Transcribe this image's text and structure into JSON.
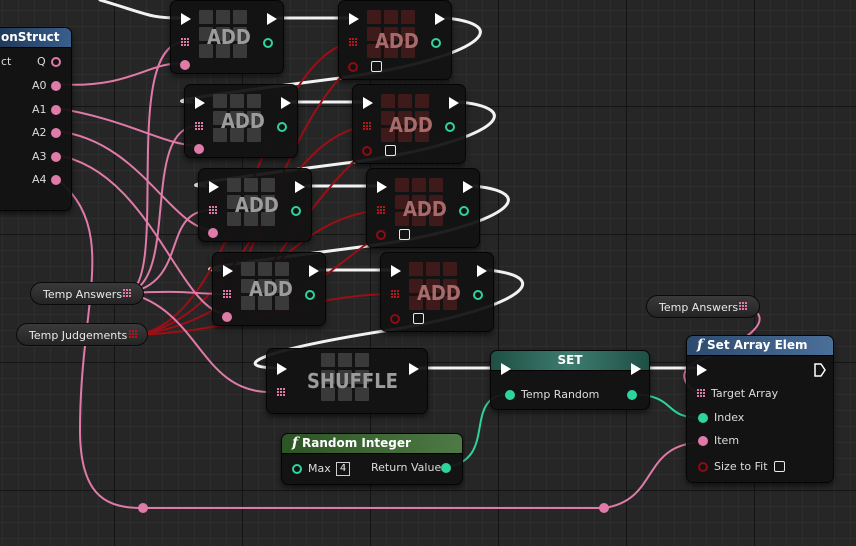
{
  "struct_node": {
    "title": "onStruct",
    "pins": [
      {
        "label": "ct"
      },
      {
        "label": "Q"
      },
      {
        "label": "A0"
      },
      {
        "label": "A1"
      },
      {
        "label": "A2"
      },
      {
        "label": "A3"
      },
      {
        "label": "A4"
      }
    ]
  },
  "add_label": "ADD",
  "shuffle_label": "SHUFFLE",
  "var_temp_answers": "Temp Answers",
  "var_temp_judgements": "Temp Judgements",
  "set_node": {
    "title": "SET",
    "pin_label": "Temp Random"
  },
  "random_integer": {
    "title": "Random Integer",
    "max_label": "Max",
    "max_value": "4",
    "return_label": "Return Value"
  },
  "set_array_elem": {
    "title": "Set Array Elem",
    "target_label": "Target Array",
    "index_label": "Index",
    "item_label": "Item",
    "size_label": "Size to Fit"
  },
  "icons": {
    "function": "function-icon",
    "exec": "exec-pin-icon",
    "array": "array-pin-icon"
  },
  "colors": {
    "string_pin": "#e07aa8",
    "int_pin": "#2ed39f",
    "bool_pin": "#8c0c12",
    "exec_pin": "#ffffff"
  }
}
